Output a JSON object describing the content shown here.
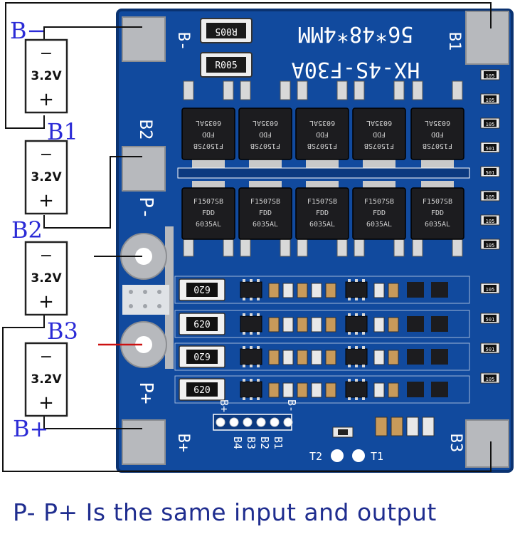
{
  "colors": {
    "board": "#114a9e",
    "board_dark": "#0c3a80",
    "pad": "#b7b9bd",
    "silkscreen": "#ffffff",
    "label_blue": "#2b2bd6",
    "caption_blue": "#1f2d8f",
    "wire": "#111111",
    "red_wire": "#cc1111",
    "cell_fill": "#ffffff",
    "cell_border": "#222222"
  },
  "cells": [
    {
      "voltage": "3.2V",
      "minus": "−",
      "plus": "+"
    },
    {
      "voltage": "3.2V",
      "minus": "−",
      "plus": "+"
    },
    {
      "voltage": "3.2V",
      "minus": "−",
      "plus": "+"
    },
    {
      "voltage": "3.2V",
      "minus": "−",
      "plus": "+"
    }
  ],
  "wire_labels": {
    "bminus": "B−",
    "b1": "B1",
    "b2": "B2",
    "b3": "B3",
    "bplus": "B+"
  },
  "board": {
    "title": "HX-4S-F30A",
    "size": "56*48*4MM",
    "pad_labels": {
      "b_minus": "B-",
      "b1": "B1",
      "b2": "B2",
      "p_minus": "P-",
      "p_plus": "P+",
      "b_plus": "B+",
      "b3": "B3"
    },
    "top_resistors": [
      "R005",
      "R005"
    ],
    "mosfet_markings": [
      {
        "line1": "F1507SB",
        "line2": "FDD",
        "line3": "6035AL"
      },
      {
        "line1": "F1507SB",
        "line2": "FDD",
        "line3": "6035AL"
      },
      {
        "line1": "F1507SB",
        "line2": "FDD",
        "line3": "6035AL"
      },
      {
        "line1": "F1507SB",
        "line2": "FDD",
        "line3": "6035AL"
      },
      {
        "line1": "F1507SB",
        "line2": "FDD",
        "line3": "6035AL"
      }
    ],
    "balance_resistors": [
      "620",
      "620",
      "620",
      "620"
    ],
    "smd_resistors_right": [
      "105",
      "105",
      "105",
      "501",
      "501",
      "105",
      "105",
      "105",
      "105",
      "501",
      "501",
      "105"
    ],
    "header_labels": [
      "B+",
      "B4",
      "B3",
      "B2",
      "B1",
      "B-"
    ],
    "thermal_labels": [
      "T2",
      "T1"
    ]
  },
  "caption": "P- P+ Is the same input and output"
}
